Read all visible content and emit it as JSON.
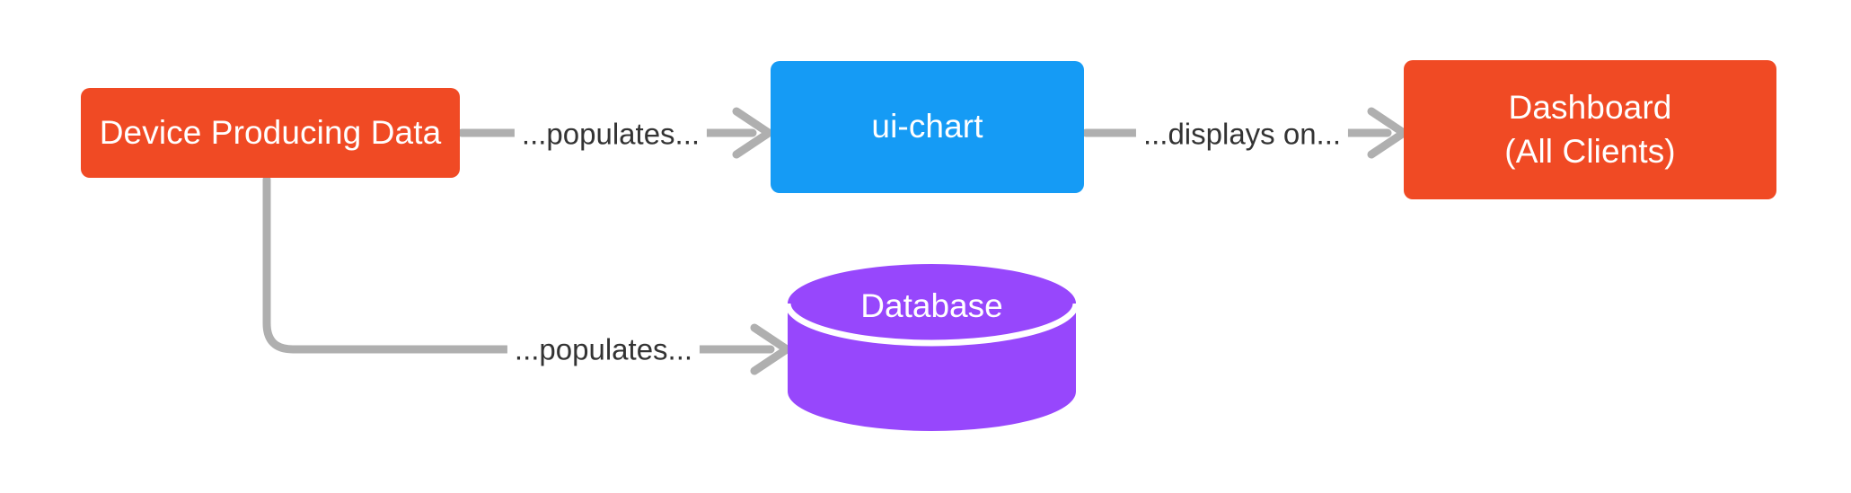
{
  "diagram": {
    "type": "flowchart",
    "direction": "left-to-right",
    "background": "#ffffff",
    "nodes": [
      {
        "id": "device",
        "label": "Device Producing Data",
        "shape": "rounded-rectangle",
        "color": "#F04A24",
        "text_color": "#ffffff"
      },
      {
        "id": "ui-chart",
        "label": "ui-chart",
        "shape": "rounded-rectangle",
        "color": "#159BF5",
        "text_color": "#ffffff"
      },
      {
        "id": "dashboard",
        "label": "Dashboard\n(All Clients)",
        "shape": "rounded-rectangle",
        "color": "#F04A24",
        "text_color": "#ffffff"
      },
      {
        "id": "database",
        "label": "Database",
        "shape": "cylinder",
        "color": "#9747FC",
        "text_color": "#ffffff"
      }
    ],
    "edges": [
      {
        "id": "device-to-uichart",
        "from": "device",
        "to": "ui-chart",
        "label": "...populates...",
        "style": "solid-arrow",
        "color": "#AFAFAF"
      },
      {
        "id": "uichart-to-dashboard",
        "from": "ui-chart",
        "to": "dashboard",
        "label": "...displays on...",
        "style": "solid-arrow",
        "color": "#AFAFAF"
      },
      {
        "id": "device-to-database",
        "from": "device",
        "to": "database",
        "label": "...populates...",
        "style": "solid-arrow-elbow",
        "color": "#AFAFAF"
      }
    ],
    "labels": {
      "edge_text_color": "#333333"
    }
  }
}
